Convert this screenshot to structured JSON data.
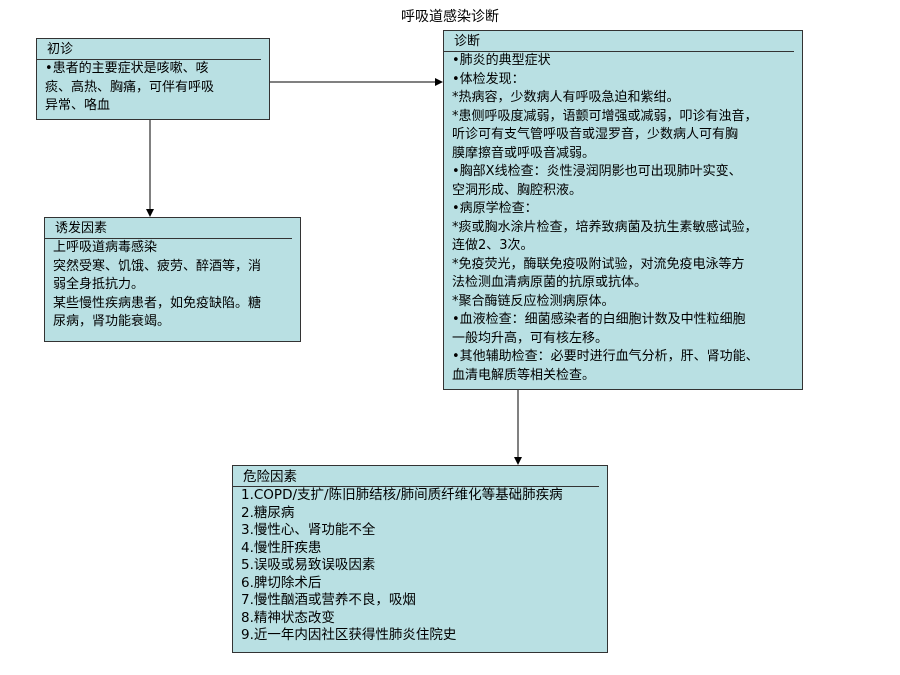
{
  "title": "呼吸道感染诊断",
  "boxes": {
    "chuzhen": {
      "header": "初诊",
      "lines": [
        "•患者的主要症状是咳嗽、咳",
        "痰、高热、胸痛，可伴有呼吸",
        "异常、咯血"
      ]
    },
    "zhenduan": {
      "header": "诊断",
      "lines": [
        "•肺炎的典型症状",
        "•体检发现：",
        "*热病容，少数病人有呼吸急迫和紫绀。",
        "*患侧呼吸度减弱，语颤可增强或减弱，叩诊有浊音，",
        "听诊可有支气管呼吸音或湿罗音，少数病人可有胸",
        "膜摩擦音或呼吸音减弱。",
        "•胸部X线检查：炎性浸润阴影也可出现肺叶实变、",
        "空洞形成、胸腔积液。",
        "•病原学检查：",
        "*痰或胸水涂片检查，培养致病菌及抗生素敏感试验，",
        "连做2、3次。",
        "*免疫荧光，酶联免疫吸附试验，对流免疫电泳等方",
        "法检测血清病原菌的抗原或抗体。",
        "*聚合酶链反应检测病原体。",
        "•血液检查：细菌感染者的白细胞计数及中性粒细胞",
        "一般均升高，可有核左移。",
        "•其他辅助检查：必要时进行血气分析，肝、肾功能、",
        "血清电解质等相关检查。"
      ]
    },
    "youfa": {
      "header": "诱发因素",
      "lines": [
        "上呼吸道病毒感染",
        "突然受寒、饥饿、疲劳、醉酒等，消",
        "弱全身抵抗力。",
        "某些慢性疾病患者，如免疫缺陷。糖",
        "尿病，肾功能衰竭。"
      ]
    },
    "weixian": {
      "header": "危险因素",
      "lines": [
        "1.COPD/支扩/陈旧肺结核/肺间质纤维化等基础肺疾病",
        "2.糖尿病",
        "3.慢性心、肾功能不全",
        "4.慢性肝疾患",
        "5.误吸或易致误吸因素",
        "6.脾切除术后",
        "7.慢性酗酒或营养不良，吸烟",
        "8.精神状态改变",
        "9.近一年内因社区获得性肺炎住院史"
      ]
    }
  },
  "colors": {
    "box_fill": "#b9e0e3",
    "border": "#333333",
    "arrow": "#000000"
  }
}
